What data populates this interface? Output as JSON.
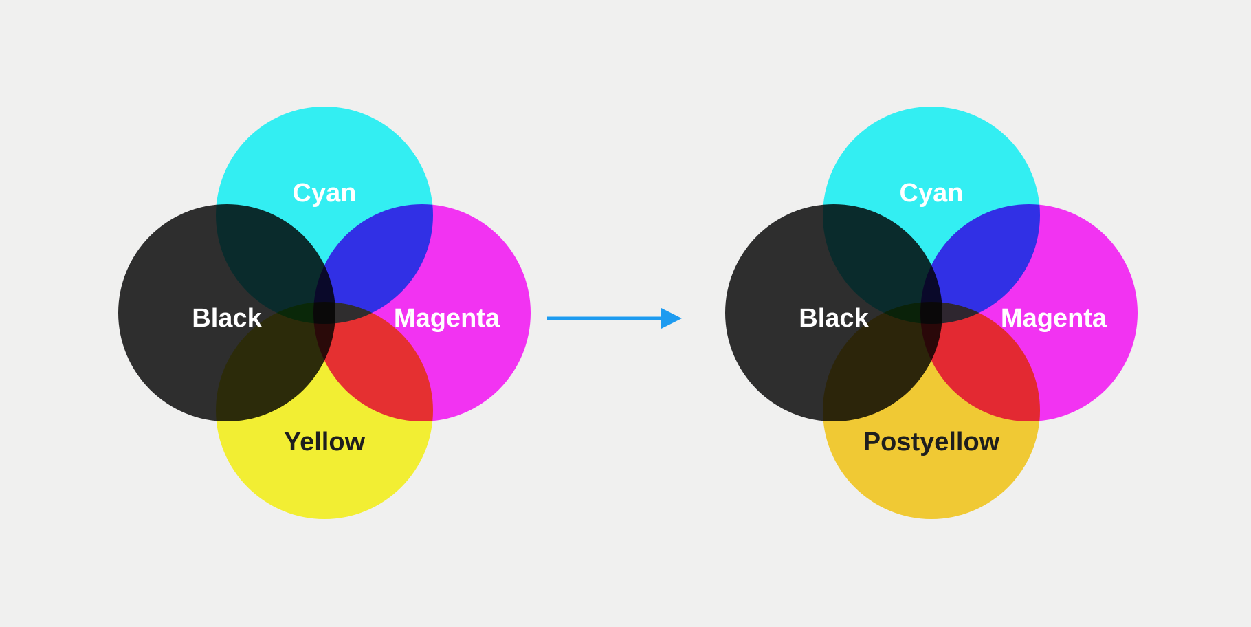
{
  "figure": {
    "background": "#F0F0EF",
    "description": "before-after color diagram",
    "arrow": {
      "color": "#1D9BF0",
      "direction": "right"
    }
  },
  "colors": {
    "cyan": "#33EEF2",
    "magenta": "#F233F2",
    "yellow": "#F2EE33",
    "postyellow": "#F0C934",
    "black": "#2E2E2E",
    "label_light": "#FFFFFF",
    "label_dark": "#1E1E1E"
  },
  "diagrams": {
    "before": {
      "labels": {
        "cyan": "Cyan",
        "black": "Black",
        "magenta": "Magenta",
        "yellow": "Yellow"
      }
    },
    "after": {
      "labels": {
        "cyan": "Cyan",
        "black": "Black",
        "magenta": "Magenta",
        "yellow": "Postyellow"
      }
    }
  }
}
